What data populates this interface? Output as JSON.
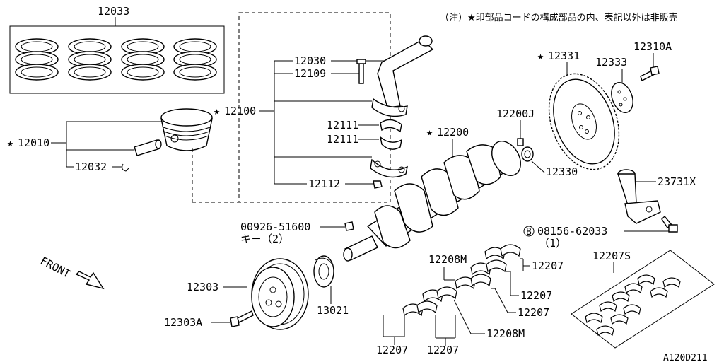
{
  "note": "（注）★印部品コードの構成部品の内、表記以外は非販売",
  "star": "★",
  "diagram_code": "A120D211",
  "front_label": "FRONT",
  "parts": {
    "p12033": "12033",
    "p12010": "12010",
    "p12032": "12032",
    "p12100": "12100",
    "p12030": "12030",
    "p12109": "12109",
    "p12111a": "12111",
    "p12111b": "12111",
    "p12112": "12112",
    "p12331": "12331",
    "p12333": "12333",
    "p12310A": "12310A",
    "p12200J": "12200J",
    "p12200": "12200",
    "p12330": "12330",
    "p23731X": "23731X",
    "p00926": "00926-51600",
    "key_label": "キ－（2）",
    "p08156": "08156-62033",
    "p08156_qty": "（1）",
    "b_mark": "B",
    "p12303": "12303",
    "p12303A": "12303A",
    "p13021": "13021",
    "p12208M_top": "12208M",
    "p12208M_bot": "12208M",
    "p12207_r1": "12207",
    "p12207_r2": "12207",
    "p12207_r3": "12207",
    "p12207_bl": "12207",
    "p12207_bc": "12207",
    "p12207S": "12207S"
  }
}
